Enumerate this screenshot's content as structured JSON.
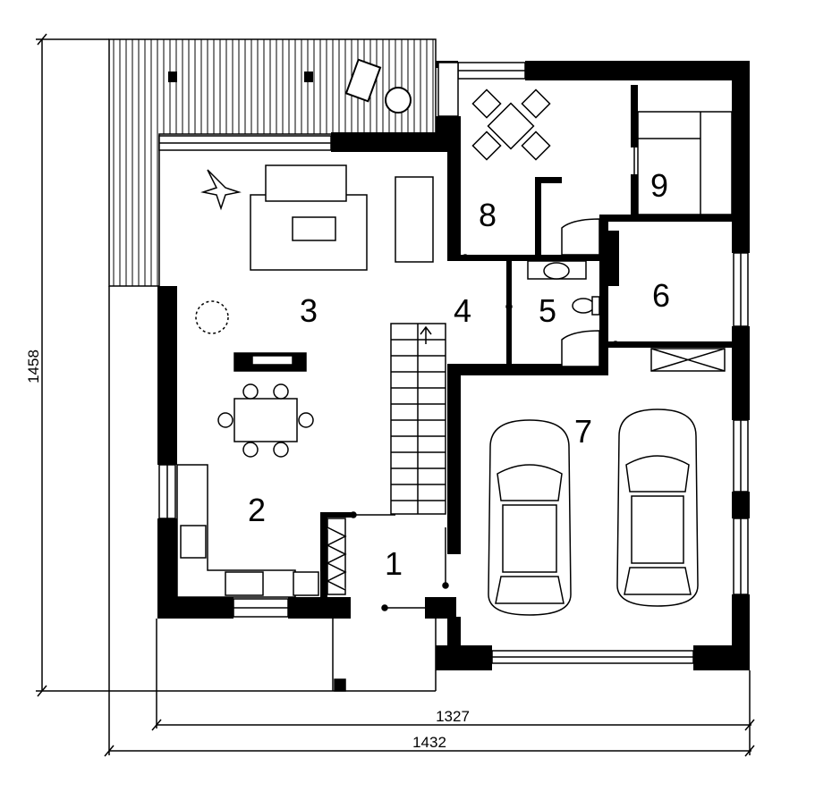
{
  "plan": {
    "colors": {
      "wall": "#000000",
      "background": "#ffffff",
      "line": "#000000"
    },
    "rooms": [
      {
        "number": "1"
      },
      {
        "number": "2"
      },
      {
        "number": "3"
      },
      {
        "number": "4"
      },
      {
        "number": "5"
      },
      {
        "number": "6"
      },
      {
        "number": "7"
      },
      {
        "number": "8"
      },
      {
        "number": "9"
      }
    ],
    "dimensions": {
      "height": "1458",
      "inner_width": "1327",
      "total_width": "1432"
    }
  }
}
